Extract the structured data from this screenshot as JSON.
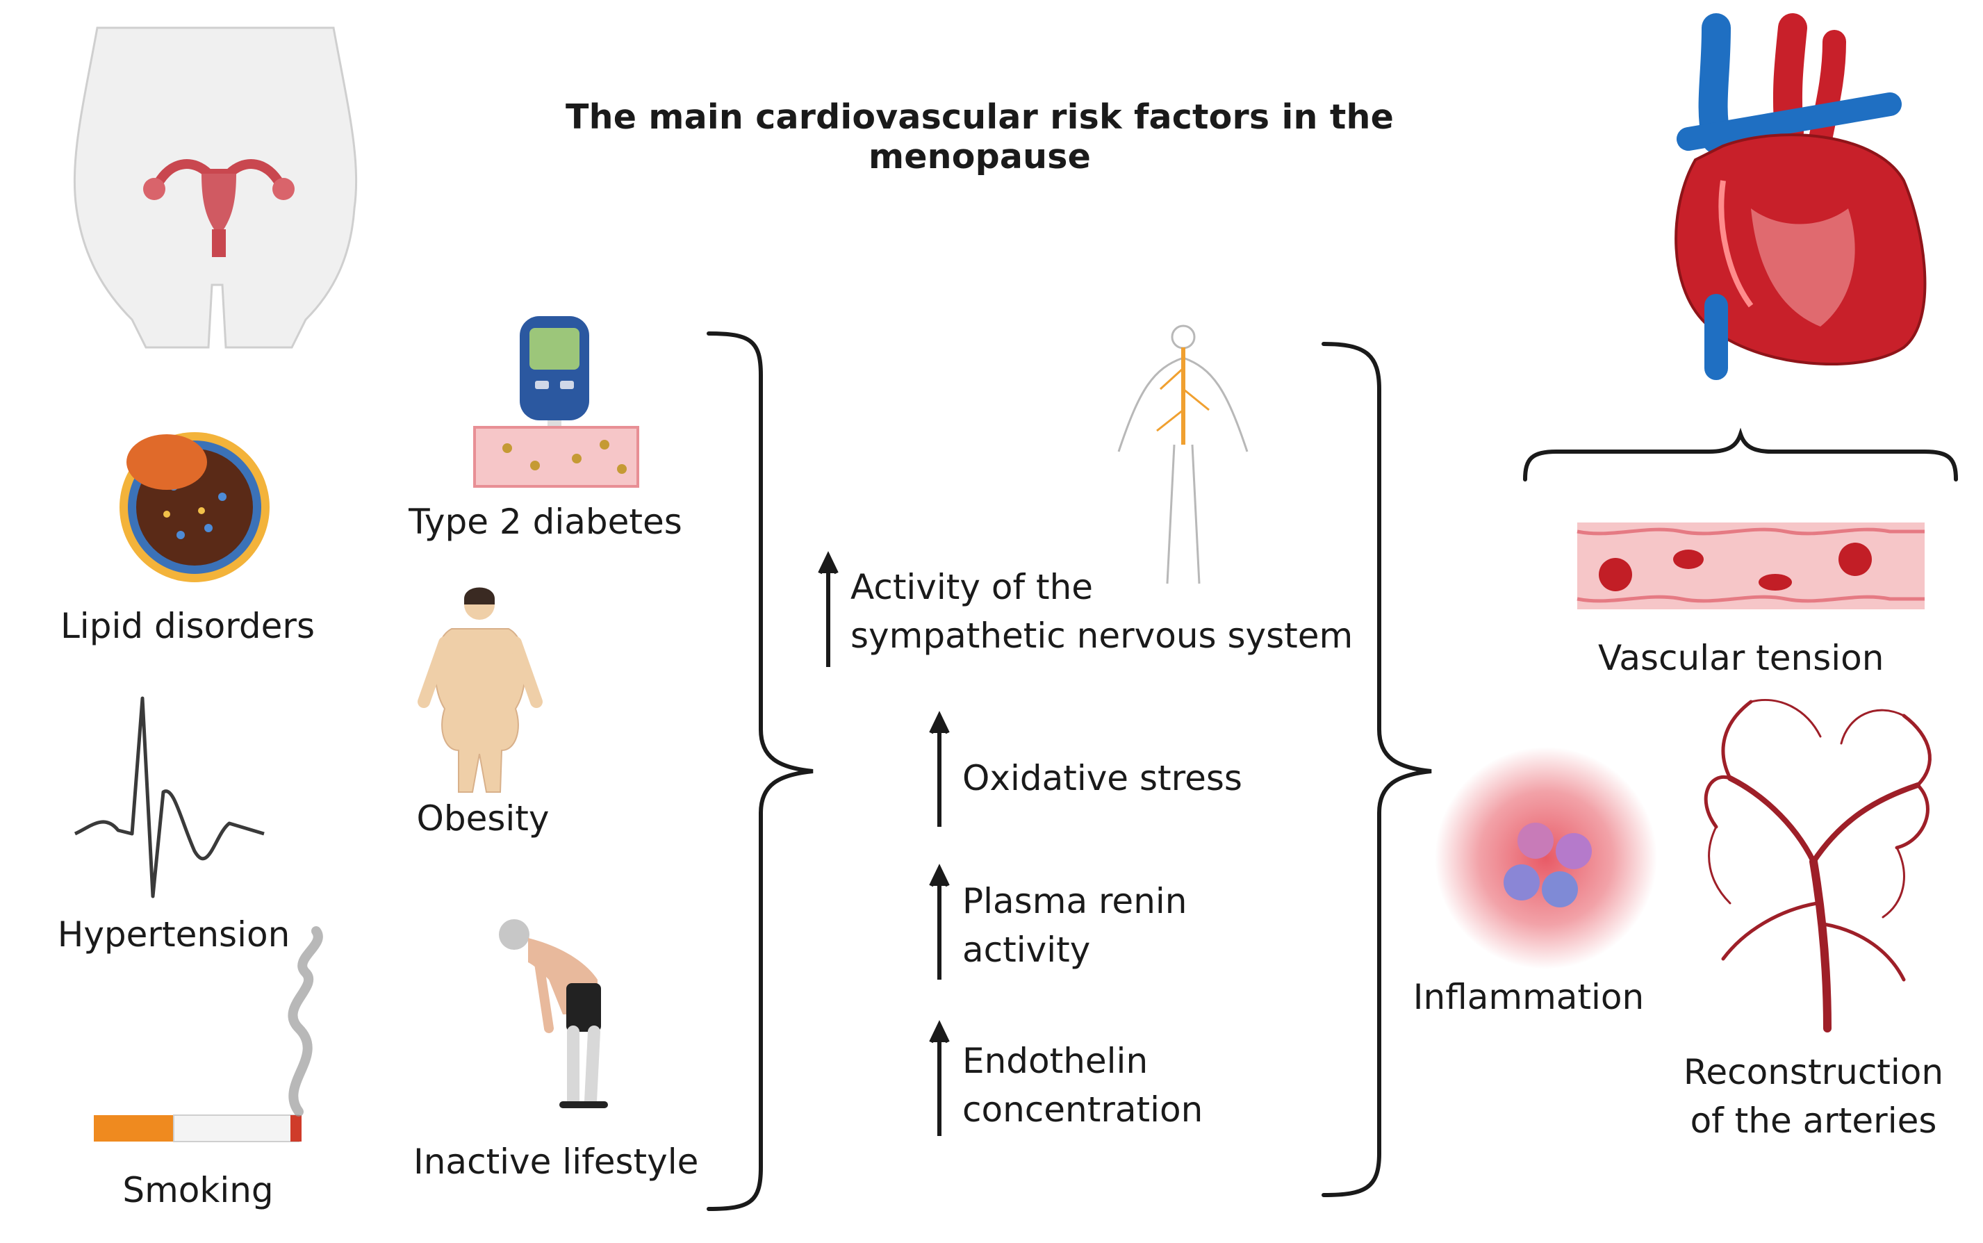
{
  "title": "The main cardiovascular risk factors in the menopause",
  "risk_factors_col1": [
    {
      "label": "Lipid disorders",
      "icon": "lipoprotein-icon"
    },
    {
      "label": "Hypertension",
      "icon": "ecg-waveform-icon"
    },
    {
      "label": "Smoking",
      "icon": "cigarette-icon"
    }
  ],
  "risk_factors_col2": [
    {
      "label": "Type 2 diabetes",
      "icon": "glucometer-icon"
    },
    {
      "label": "Obesity",
      "icon": "obese-woman-icon"
    },
    {
      "label": "Inactive lifestyle",
      "icon": "tired-person-icon"
    }
  ],
  "mechanisms": [
    {
      "line1": "Activity of the",
      "line2": "sympathetic nervous system"
    },
    {
      "line1": "Oxidative stress",
      "line2": ""
    },
    {
      "line1": "Plasma renin",
      "line2": "activity"
    },
    {
      "line1": "Endothelin",
      "line2": "concentration"
    }
  ],
  "effects": [
    {
      "label": "Vascular tension",
      "icon": "blood-vessel-icon"
    },
    {
      "label": "Inflammation",
      "icon": "inflammation-cells-icon"
    },
    {
      "line1": "Reconstruction",
      "line2": "of the arteries",
      "icon": "arterial-tree-icon"
    }
  ],
  "colors": {
    "heart_red": "#c8202a",
    "vein_blue": "#1f6fc2",
    "vessel_pink": "#f6c6c8",
    "blood_cell": "#c21e26",
    "cigarette_filter": "#ef8a1f",
    "nerve_orange": "#f0a030"
  }
}
